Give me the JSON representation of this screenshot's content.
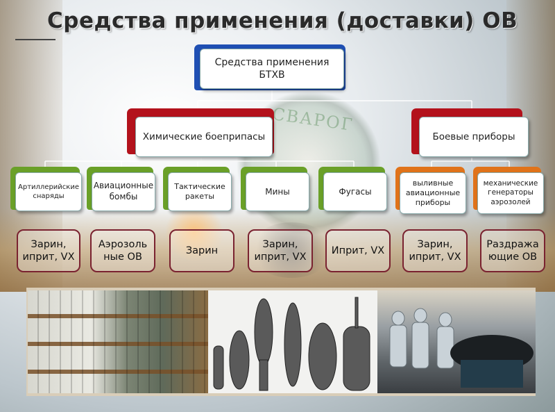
{
  "title": "Средства применения (доставки) ОВ",
  "emblem_text": "СВАРОГ",
  "root": {
    "label": "Средства применения БТХВ",
    "accent": "#1f4fb3"
  },
  "level1": [
    {
      "label": "Химические боеприпасы",
      "accent": "#b3121c"
    },
    {
      "label": "Боевые приборы",
      "accent": "#b3121c"
    }
  ],
  "level2": [
    {
      "label": "Артиллерийские снаряды",
      "accent": "#6aa028"
    },
    {
      "label": "Авиационные бомбы",
      "accent": "#6aa028"
    },
    {
      "label": "Тактические ракеты",
      "accent": "#6aa028"
    },
    {
      "label": "Мины",
      "accent": "#6aa028"
    },
    {
      "label": "Фугасы",
      "accent": "#6aa028"
    },
    {
      "label": "выливные авиационные приборы",
      "accent": "#e0731a"
    },
    {
      "label": "механические генераторы аэрозолей",
      "accent": "#e0731a"
    }
  ],
  "agents": [
    "Зарин, иприт, VX",
    "Аэрозоль ные ОВ",
    "Зарин",
    "Зарин, иприт, VX",
    "Иприт, VX",
    "Зарин, иприт, VX",
    "Раздража ющие ОВ"
  ],
  "photos": [
    {
      "name": "munitions-stockpile-photo"
    },
    {
      "name": "chemical-weapons-bw-photo"
    },
    {
      "name": "destruction-facility-photo"
    }
  ]
}
